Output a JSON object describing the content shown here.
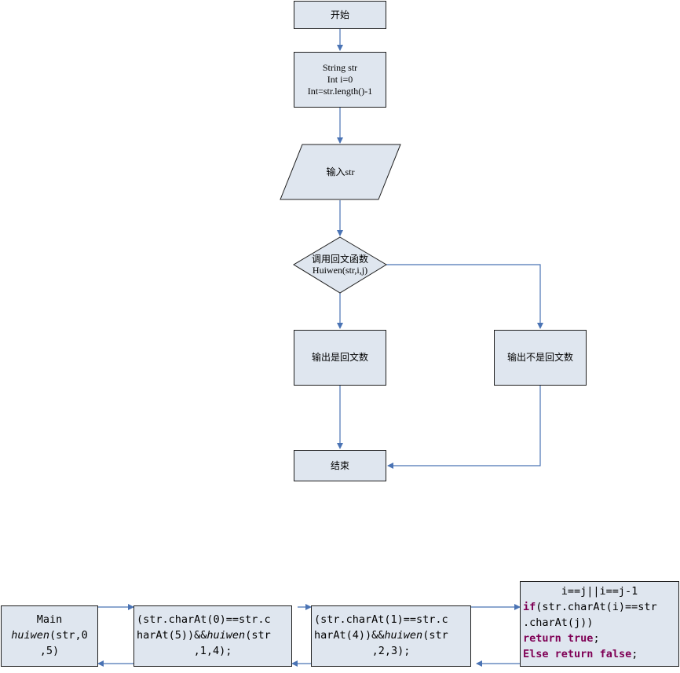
{
  "flowchart": {
    "start": "开始",
    "declare": [
      "String str",
      "Int i=0",
      "Int=str.length()-1"
    ],
    "input": "输入str",
    "decision": [
      "调用回文函数",
      "Huiwen(str,i,j)"
    ],
    "yes_output": "输出是回文数",
    "no_output": "输出不是回文数",
    "end": "结束"
  },
  "recursion": {
    "main": {
      "line1": "Main",
      "call_a": "huiwen",
      "call_b": "(str,0",
      "line3": ",5)"
    },
    "step1": {
      "line1": "(str.charAt(0)==str.c",
      "line2a": "harAt(5))&&",
      "line2b": "huiwen",
      "line2c": "(str",
      "line3": ",1,4);"
    },
    "step2": {
      "line1": "(str.charAt(1)==str.c",
      "line2a": "harAt(4))&&",
      "line2b": "huiwen",
      "line2c": "(str",
      "line3": ",2,3);"
    },
    "base": {
      "line1": "i==j||i==j-1",
      "if_kw": "if",
      "line2": "(str.charAt(i)==str",
      "line3": ".charAt(j))",
      "return_kw": "return",
      "true_kw": "true",
      "semi": ";",
      "else_kw": "Else",
      "false_kw": "false"
    }
  },
  "colors": {
    "box_fill": "#dfe6ef",
    "arrow": "#4a73b4",
    "keyword": "#7f0055"
  }
}
